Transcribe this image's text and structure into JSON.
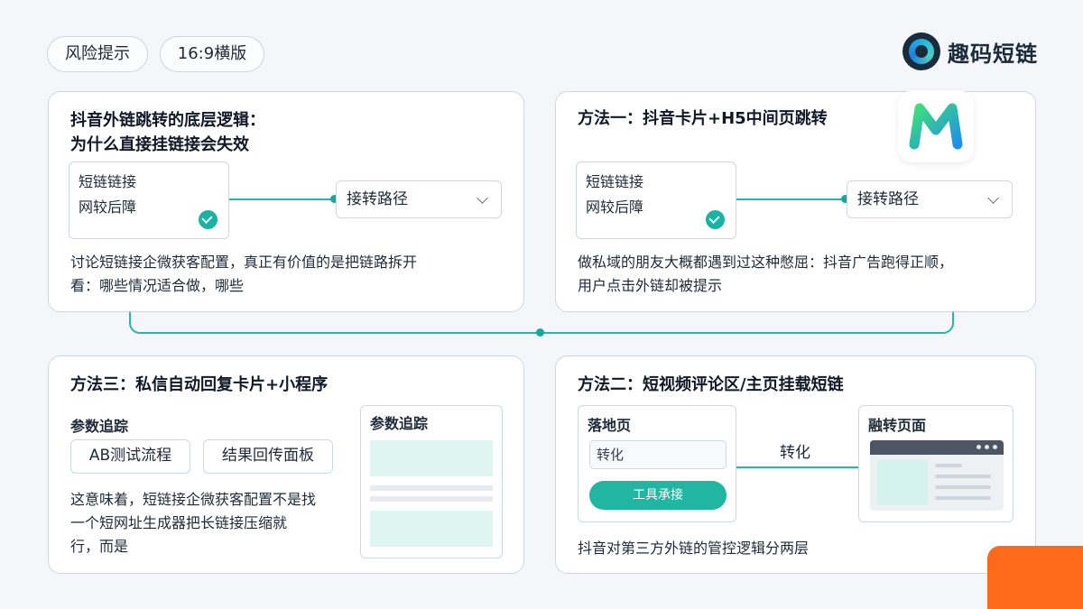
{
  "tags": [
    "风险提示",
    "16:9横版"
  ],
  "brand": {
    "name": "趣码短链",
    "accent": "#1fb3e0"
  },
  "colors": {
    "teal": "#26b6ad",
    "orange": "#ff6a1a"
  },
  "cards": {
    "top_left": {
      "title_lines": [
        "抖音外链跳转的底层逻辑：",
        "为什么直接挂链接会失效"
      ],
      "box_lines": [
        "短链链接",
        "网较后障"
      ],
      "select": "接转路径",
      "desc_lines": [
        "讨论短链接企微获客配置，真正有价值的是把链路拆开",
        "看：哪些情况适合做，哪些"
      ]
    },
    "top_right": {
      "title": "方法一：抖音卡片+H5中间页跳转",
      "box_lines": [
        "短链链接",
        "网较后障"
      ],
      "select": "接转路径",
      "desc_lines": [
        "做私域的朋友大概都遇到过这种憋屈：抖音广告跑得正顺，",
        "用户点击外链却被提示"
      ]
    },
    "bottom_left": {
      "title": "方法三：私信自动回复卡片+小程序",
      "param_label": "参数追踪",
      "buttons": [
        "AB测试流程",
        "结果回传面板"
      ],
      "mock_title": "参数追踪",
      "desc_lines": [
        "这意味着，短链接企微获客配置不是找",
        "一个短网址生成器把长链接压缩就",
        "行，而是"
      ]
    },
    "bottom_right": {
      "title": "方法二：短视频评论区/主页挂载短链",
      "landing_title": "落地页",
      "landing_input": "转化",
      "landing_button": "工具承接",
      "transfer_label": "转化",
      "rong_title": "融转页面",
      "desc": "抖音对第三方外链的管控逻辑分两层"
    }
  }
}
